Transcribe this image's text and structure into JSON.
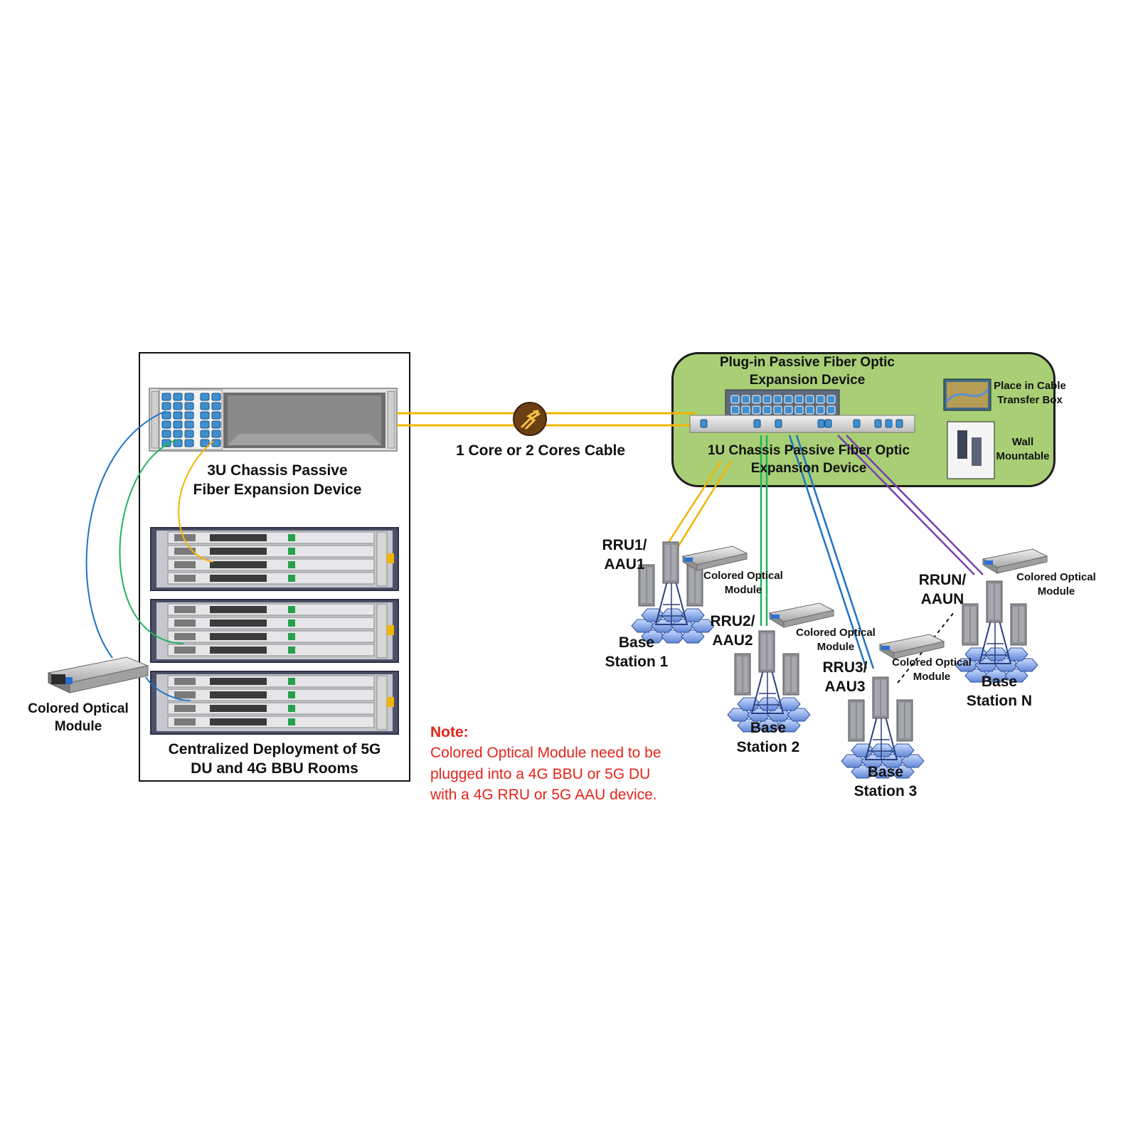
{
  "left_panel": {
    "chassis_3u_label": [
      "3U Chassis Passive",
      "Fiber Expansion Device"
    ],
    "bbu_label": [
      "Centralized Deployment of 5G",
      "DU and 4G BBU Rooms"
    ]
  },
  "left_module_label": [
    "Colored Optical",
    "Module"
  ],
  "cable_label": "1 Core or 2 Cores Cable",
  "expansion_box": {
    "plugin_label": [
      "Plug-in Passive Fiber Optic",
      "Expansion Device"
    ],
    "chassis_1u_label": [
      "1U Chassis Passive Fiber Optic",
      "Expansion Device"
    ],
    "cable_box_label": [
      "Place in Cable",
      "Transfer Box"
    ],
    "wall_label": [
      "Wall",
      "Mountable"
    ]
  },
  "stations": [
    {
      "unit": [
        "RRU1/",
        "AAU1"
      ],
      "module": [
        "Colored Optical",
        "Module"
      ],
      "station": [
        "Base",
        "Station 1"
      ],
      "fiber_color": "#f2b400"
    },
    {
      "unit": [
        "RRU2/",
        "AAU2"
      ],
      "module": [
        "Colored Optical",
        "Module"
      ],
      "station": [
        "Base",
        "Station 2"
      ],
      "fiber_color": "#22b35e"
    },
    {
      "unit": [
        "RRU3/",
        "AAU3"
      ],
      "module": [
        "Colored Optical",
        "Module"
      ],
      "station": [
        "Base",
        "Station 3"
      ],
      "fiber_color": "#1f73c4"
    },
    {
      "unit": [
        "RRUN/",
        "AAUN"
      ],
      "module": [
        "Colored Optical",
        "Module"
      ],
      "station": [
        "Base",
        "Station N"
      ],
      "fiber_color": "#7a3fb0"
    }
  ],
  "note": {
    "title": "Note:",
    "lines": [
      "Colored Optical Module need to be",
      "plugged into a 4G BBU or 5G DU",
      "with a 4G RRU or 5G AAU device."
    ]
  },
  "colors": {
    "box_green": "#a9cf76",
    "trunk_yellow": "#f2b400",
    "note_red": "#e3241b"
  }
}
